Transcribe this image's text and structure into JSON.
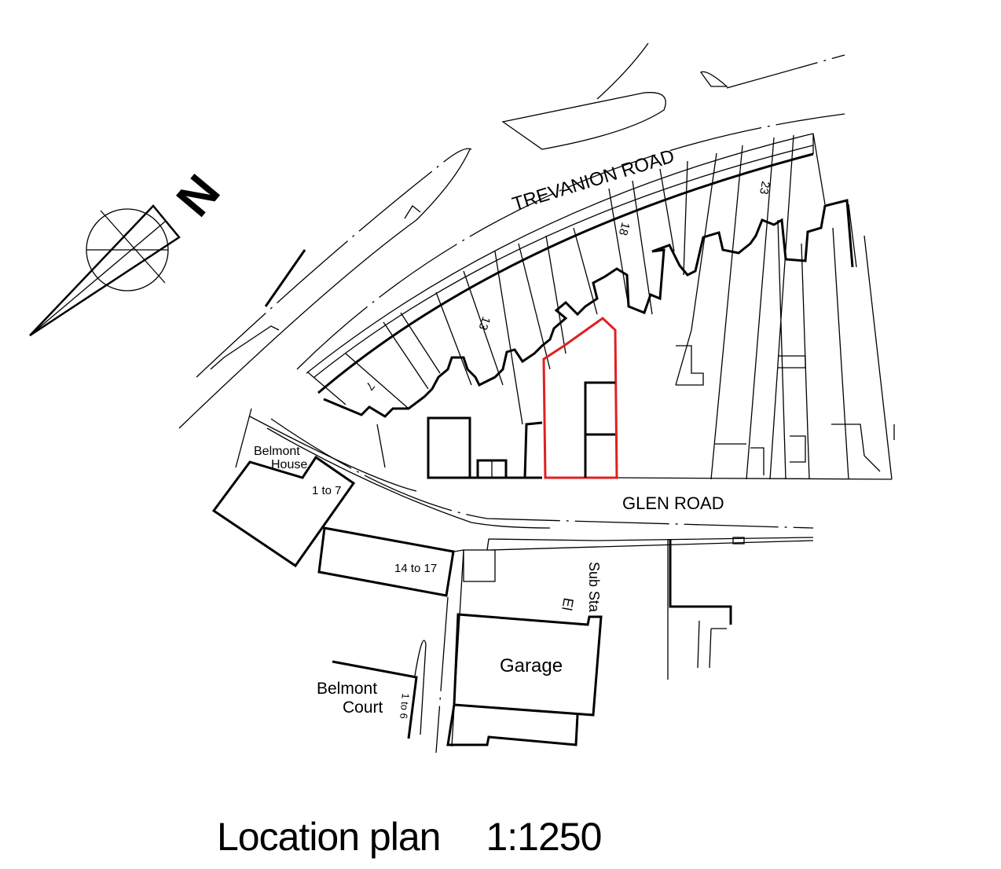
{
  "map": {
    "north_label": "N",
    "roads": {
      "trevanion": "TREVANION ROAD",
      "glen": "GLEN ROAD"
    },
    "house_numbers": [
      "7",
      "13",
      "18",
      "23"
    ],
    "labels": {
      "belmont_house": [
        "Belmont",
        "House"
      ],
      "one_to_seven": "1 to 7",
      "fourteen_to_seventeen": "14 to 17",
      "sub_station": "Sub Sta",
      "el": "El",
      "garage": "Garage",
      "belmont_court": [
        "Belmont",
        "Court"
      ],
      "one_to_six": "1 to 6"
    },
    "site_boundary_color": "#e02020"
  },
  "footer": {
    "title": "Location plan",
    "scale": "1:1250"
  }
}
